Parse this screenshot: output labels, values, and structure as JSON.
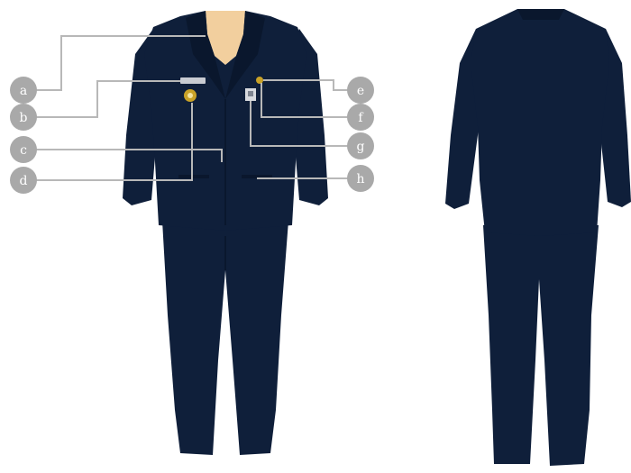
{
  "colors": {
    "uniform": "#0f1f3a",
    "uniform_shadow": "#0a172d",
    "skin": "#f2cf9e",
    "callout_line": "#b8b8b8",
    "callout_circle": "#a9a9a9",
    "pin_gold": "#c9a227",
    "name_bar": "#c9ccd2",
    "badge_silver": "#d8dade"
  },
  "callouts": {
    "a": "a",
    "b": "b",
    "c": "c",
    "d": "d",
    "e": "e",
    "f": "f",
    "g": "g",
    "h": "h"
  }
}
